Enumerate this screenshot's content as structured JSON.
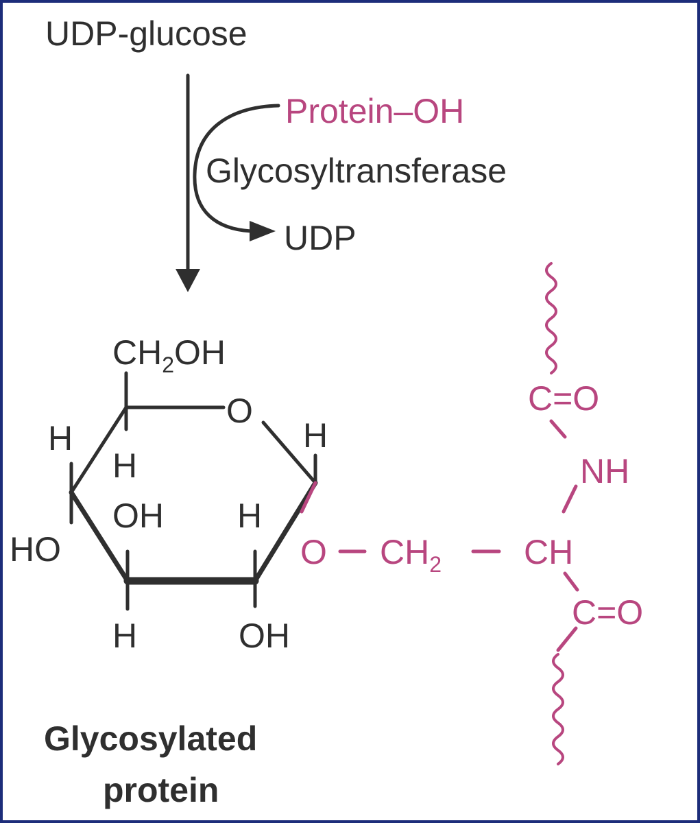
{
  "reaction": {
    "substrate": "UDP-glucose",
    "cosubstrate": "Protein–OH",
    "enzyme": "Glycosyltransferase",
    "product_released": "UDP"
  },
  "sugar": {
    "ch2oh_c": "CH",
    "ch2oh_sub": "2",
    "ch2oh_oh": "OH",
    "ring_o": "O",
    "h_c5_left": "H",
    "h_c4_up": "H",
    "h_c1": "H",
    "oh_c3": "OH",
    "h_c2_up": "H",
    "ho_c4": "HO",
    "h_c3_down": "H",
    "oh_c2": "OH"
  },
  "protein": {
    "carbonyl_top": "C=O",
    "amide": "NH",
    "link_o": "O",
    "methylene_c": "CH",
    "methylene_sub": "2",
    "alpha_ch": "CH",
    "carbonyl_bottom": "C=O"
  },
  "product_label": {
    "line1": "Glycosylated",
    "line2": "protein"
  },
  "colors": {
    "ink": "#2f2f2f",
    "protein": "#b8467f",
    "border": "#1d2d7a"
  }
}
